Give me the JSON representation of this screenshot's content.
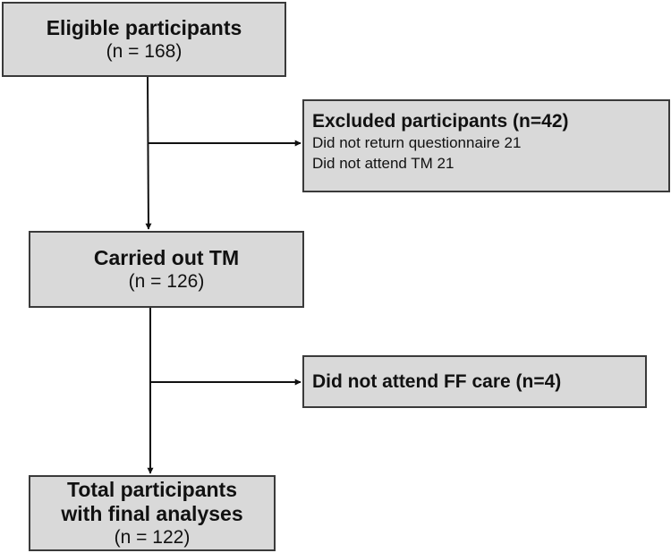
{
  "flowchart": {
    "eligible": {
      "title": "Eligible participants",
      "count": "(n = 168)"
    },
    "excluded": {
      "title": "Excluded participants (n=42)",
      "reasons": [
        "Did not return questionnaire 21",
        "Did not attend TM 21"
      ]
    },
    "carried_out": {
      "title": "Carried out TM",
      "count": "(n = 126)"
    },
    "not_attend_ff": {
      "title": "Did not attend FF care (n=4)"
    },
    "total": {
      "title_line1": "Total participants",
      "title_line2": "with final analyses",
      "count": "(n = 122)"
    },
    "colors": {
      "box_fill": "#d9d9d9",
      "box_border": "#3a3a3a",
      "line": "#111111"
    }
  }
}
